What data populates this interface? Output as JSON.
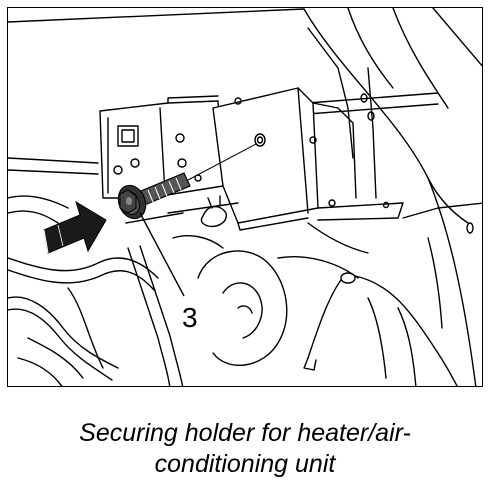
{
  "figure": {
    "callout": "3",
    "caption_line1": "Securing holder for heater/air-",
    "caption_line2": "conditioning unit"
  },
  "colors": {
    "line": "#000000",
    "fill": "#ffffff",
    "bolt_fill": "#444444",
    "arrow_fill": "#1a1a1a"
  },
  "icons": {
    "direction_arrow": "push-arrow-icon",
    "fastener": "bolt-icon"
  }
}
